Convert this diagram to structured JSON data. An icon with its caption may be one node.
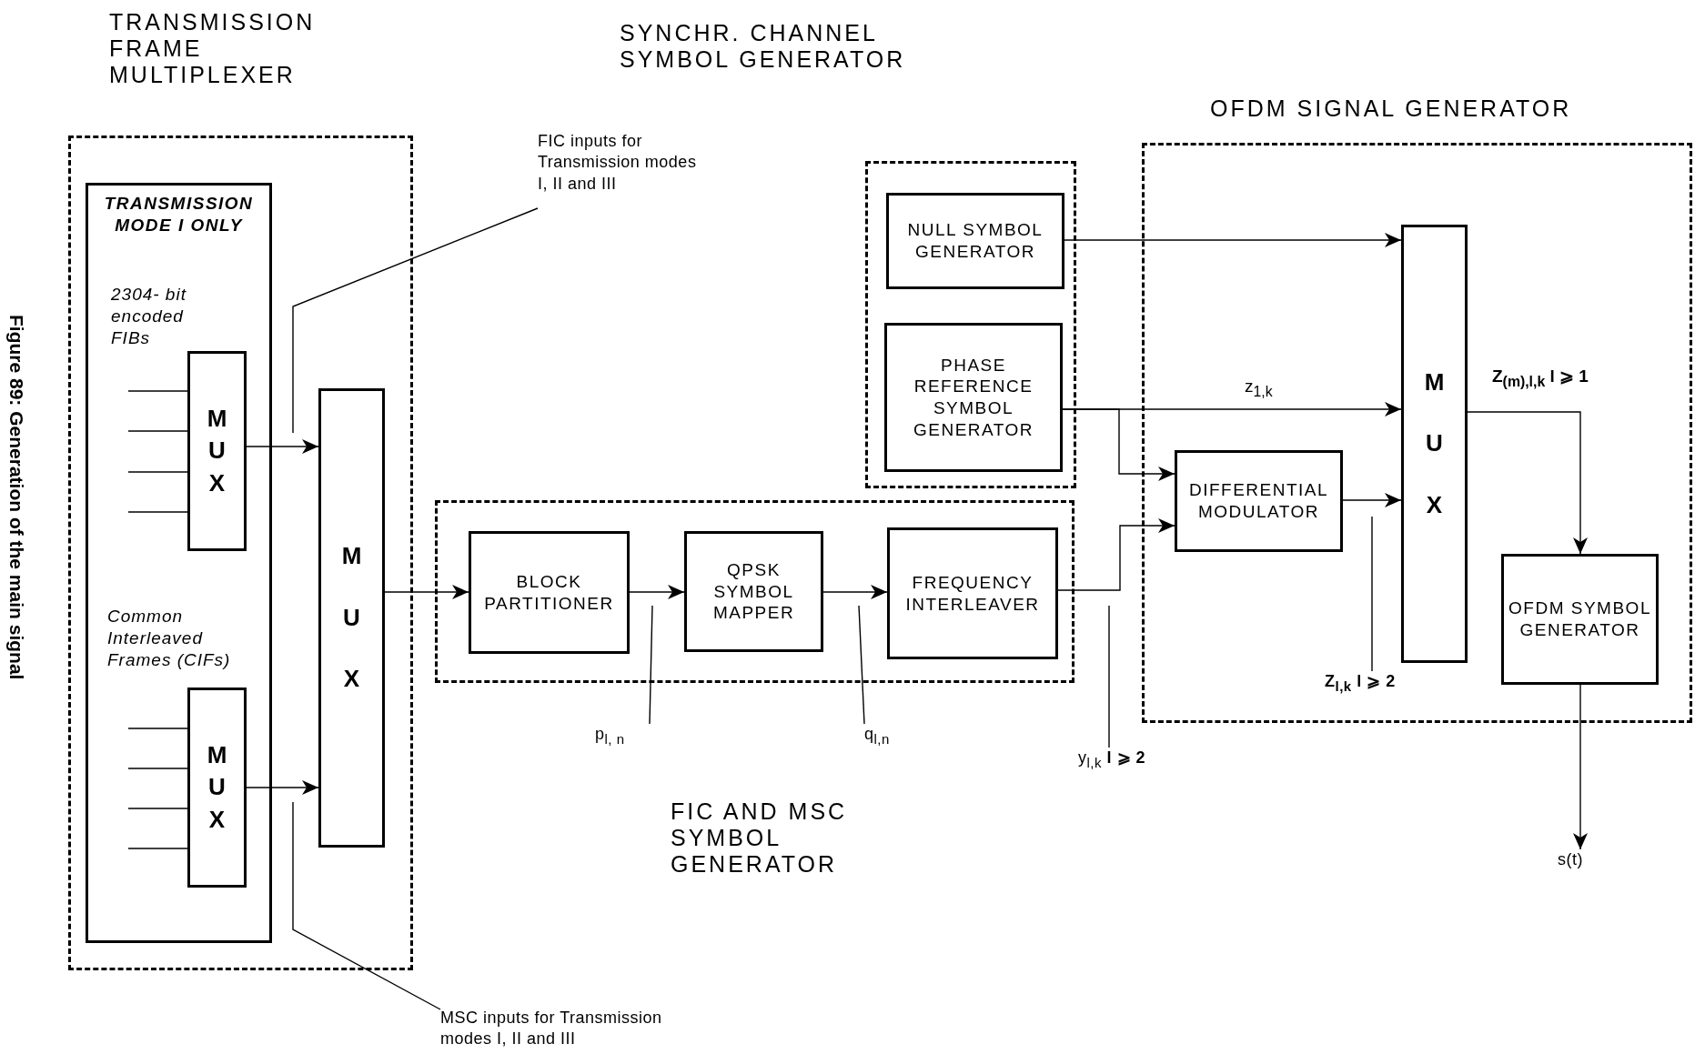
{
  "diagram": {
    "caption": "Figure 89: Generation of the main signal",
    "nodes": [
      {
        "text": [
          "TRANSMISSION FRAME MULTIPLEXER"
        ]
      },
      {
        "text": [
          "TRANSMISSION MODE I ONLY"
        ],
        "in": 0
      },
      {
        "text": [
          "M U X"
        ],
        "in": 1,
        "beside": [
          "2304- bit encoded FIBs"
        ]
      },
      {
        "text": [
          "M U X"
        ],
        "in": 1,
        "beside": [
          "Common Interleaved Frames (CIFs)"
        ]
      },
      {
        "text": [
          "M U X"
        ],
        "in": 0
      },
      {
        "text": [
          "SYNCHR. CHANNEL SYMBOL GENERATOR"
        ]
      },
      {
        "text": [
          "NULL SYMBOL GENERATOR"
        ],
        "in": 5
      },
      {
        "text": [
          "PHASE REFERENCE SYMBOL GENERATOR"
        ],
        "in": 5
      },
      {
        "text": [],
        "shape": "box"
      },
      {
        "text": [
          "BLOCK PARTITIONER"
        ],
        "in": 8
      },
      {
        "text": [
          "QPSK SYMBOL MAPPER"
        ],
        "in": 8
      },
      {
        "text": [
          "FREQUENCY INTERLEAVER"
        ],
        "in": 8
      },
      {
        "text": [
          "OFDM SIGNAL GENERATOR"
        ]
      },
      {
        "text": [
          "DIFFERENTIAL MODULATOR"
        ],
        "in": 12
      },
      {
        "text": [
          "M U X"
        ],
        "in": 12
      },
      {
        "text": [
          "OFDM SYMBOL GENERATOR"
        ],
        "in": 12
      },
      {
        "text": [
          "s(t)"
        ]
      },
      {
        "text": [
          "FIC inputs for Transmission modes I, II and III"
        ]
      },
      {
        "text": [
          "MSC inputs for Transmission modes I, II and III"
        ]
      },
      {
        "text": [
          "p$_{l, n}$"
        ]
      },
      {
        "text": [
          "q$_{l,n}$"
        ]
      },
      {
        "text": [
          "y$_{l,k}$ **l ⩾ 2**"
        ]
      },
      {
        "text": [
          "Z$_{l,k}$ l ⩾ 2"
        ],
        "in": 12
      }
    ],
    "edges": [
      {
        "from": null,
        "to": 2,
        "arrow": "none"
      },
      {
        "from": null,
        "to": 2,
        "arrow": "none"
      },
      {
        "from": null,
        "to": 2,
        "arrow": "none"
      },
      {
        "from": null,
        "to": 2,
        "arrow": "none"
      },
      {
        "from": null,
        "to": 3,
        "arrow": "none"
      },
      {
        "from": null,
        "to": 3,
        "arrow": "none"
      },
      {
        "from": null,
        "to": 3,
        "arrow": "none"
      },
      {
        "from": null,
        "to": 3,
        "arrow": "none"
      },
      {
        "from": 2,
        "to": 4,
        "arrow": "to"
      },
      {
        "from": 3,
        "to": 4,
        "arrow": "to"
      },
      {
        "from": 4,
        "to": 9,
        "arrow": "to"
      },
      {
        "from": 9,
        "to": 10,
        "arrow": "to"
      },
      {
        "from": 10,
        "to": 11,
        "arrow": "to"
      },
      {
        "from": 11,
        "to": 13,
        "arrow": "to"
      },
      {
        "from": 6,
        "to": 14,
        "arrow": "to"
      },
      {
        "from": 7,
        "to": 14,
        "arrow": "to",
        "label": "z$_{1,k}$"
      },
      {
        "from": 7,
        "to": 13,
        "arrow": "to"
      },
      {
        "from": 13,
        "to": 14,
        "arrow": "to"
      },
      {
        "from": 14,
        "to": 15,
        "arrow": "to",
        "label": "Z$_{(m),l,k}$ l ⩾ 1"
      },
      {
        "from": 15,
        "to": 16,
        "arrow": "to"
      },
      {
        "from": 17,
        "to": null,
        "arrow": "none"
      },
      {
        "from": 18,
        "to": null,
        "arrow": "none"
      },
      {
        "from": 19,
        "to": null,
        "arrow": "none"
      },
      {
        "from": 20,
        "to": null,
        "arrow": "none"
      },
      {
        "from": 21,
        "to": null,
        "arrow": "none"
      },
      {
        "from": 22,
        "to": null,
        "arrow": "none"
      }
    ],
    "labels": [
      "FIC AND MSC SYMBOL GENERATOR"
    ]
  }
}
